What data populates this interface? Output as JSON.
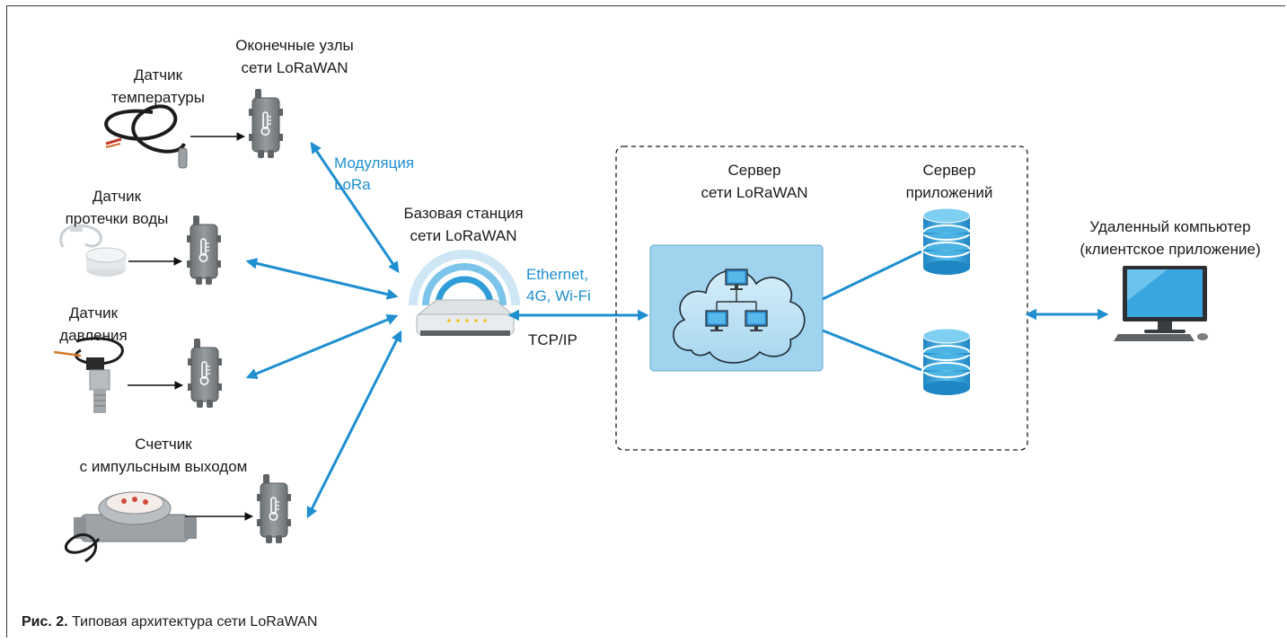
{
  "colors": {
    "link_blue": "#1f8fd0",
    "node_gray": "#7b7f82",
    "cloud_blue": "#b9dff2",
    "db_blue": "#2f9ed8",
    "text_dark": "#1a1a1a"
  },
  "labels": {
    "end_nodes": [
      "Оконечные узлы",
      "сети LoRaWAN"
    ],
    "sensor_temperature": [
      "Датчик",
      "температуры"
    ],
    "sensor_water_leak": [
      "Датчик",
      "протечки воды"
    ],
    "sensor_pressure": [
      "Датчик",
      "давления"
    ],
    "pulse_meter": [
      "Счетчик",
      "с импульсным выходом"
    ],
    "modulation": [
      "Модуляция",
      "LoRa"
    ],
    "base_station": [
      "Базовая станция",
      "сети LoRaWAN"
    ],
    "backhaul": [
      "Ethernet,",
      "4G, Wi-Fi"
    ],
    "protocol": "TCP/IP",
    "network_server": [
      "Сервер",
      "сети LoRaWAN"
    ],
    "app_server": [
      "Сервер",
      "приложений"
    ],
    "remote_computer": [
      "Удаленный компьютер",
      "(клиентское приложение)"
    ]
  },
  "caption": {
    "figure_number": "Рис. 2.",
    "text": " Типовая архитектура сети LoRaWAN"
  }
}
